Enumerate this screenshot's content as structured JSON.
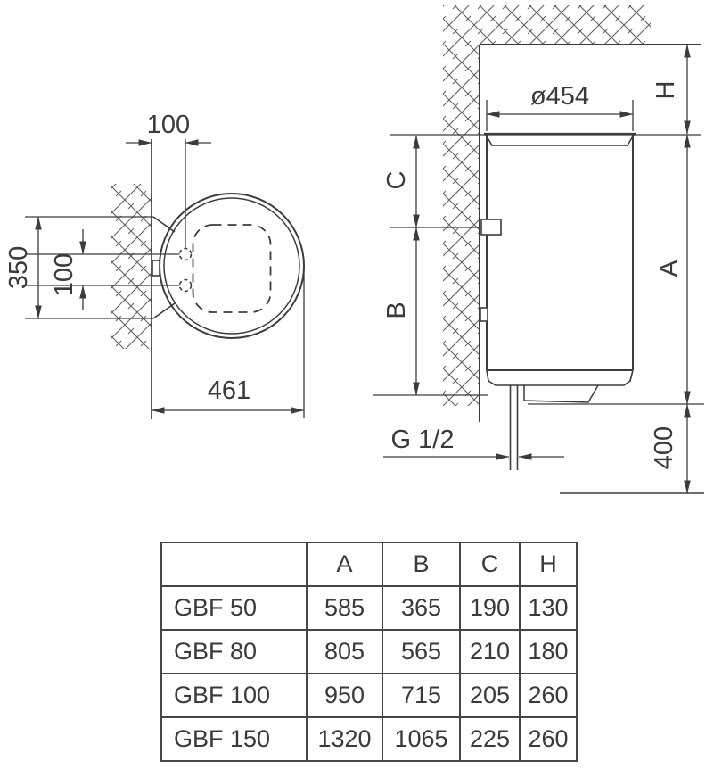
{
  "top_view": {
    "dim_top": "100",
    "dim_left_outer": "350",
    "dim_left_inner": "100",
    "dim_bottom": "461"
  },
  "side_view": {
    "dim_diameter": "ø454",
    "label_h": "H",
    "label_c": "C",
    "label_b": "B",
    "label_a": "A",
    "label_thread": "G 1/2",
    "dim_floor_clearance": "400"
  },
  "table": {
    "headers": [
      "A",
      "B",
      "C",
      "H"
    ],
    "rows": [
      {
        "model": "GBF 50",
        "values": [
          "585",
          "365",
          "190",
          "130"
        ]
      },
      {
        "model": "GBF 80",
        "values": [
          "805",
          "565",
          "210",
          "180"
        ]
      },
      {
        "model": "GBF 100",
        "values": [
          "950",
          "715",
          "205",
          "260"
        ]
      },
      {
        "model": "GBF 150",
        "values": [
          "1320",
          "1065",
          "225",
          "260"
        ]
      }
    ]
  },
  "colors": {
    "line": "#3c3c40",
    "thin_line": "#46464a",
    "hatch": "#606065",
    "text": "#3a3a3e",
    "background": "#ffffff"
  }
}
